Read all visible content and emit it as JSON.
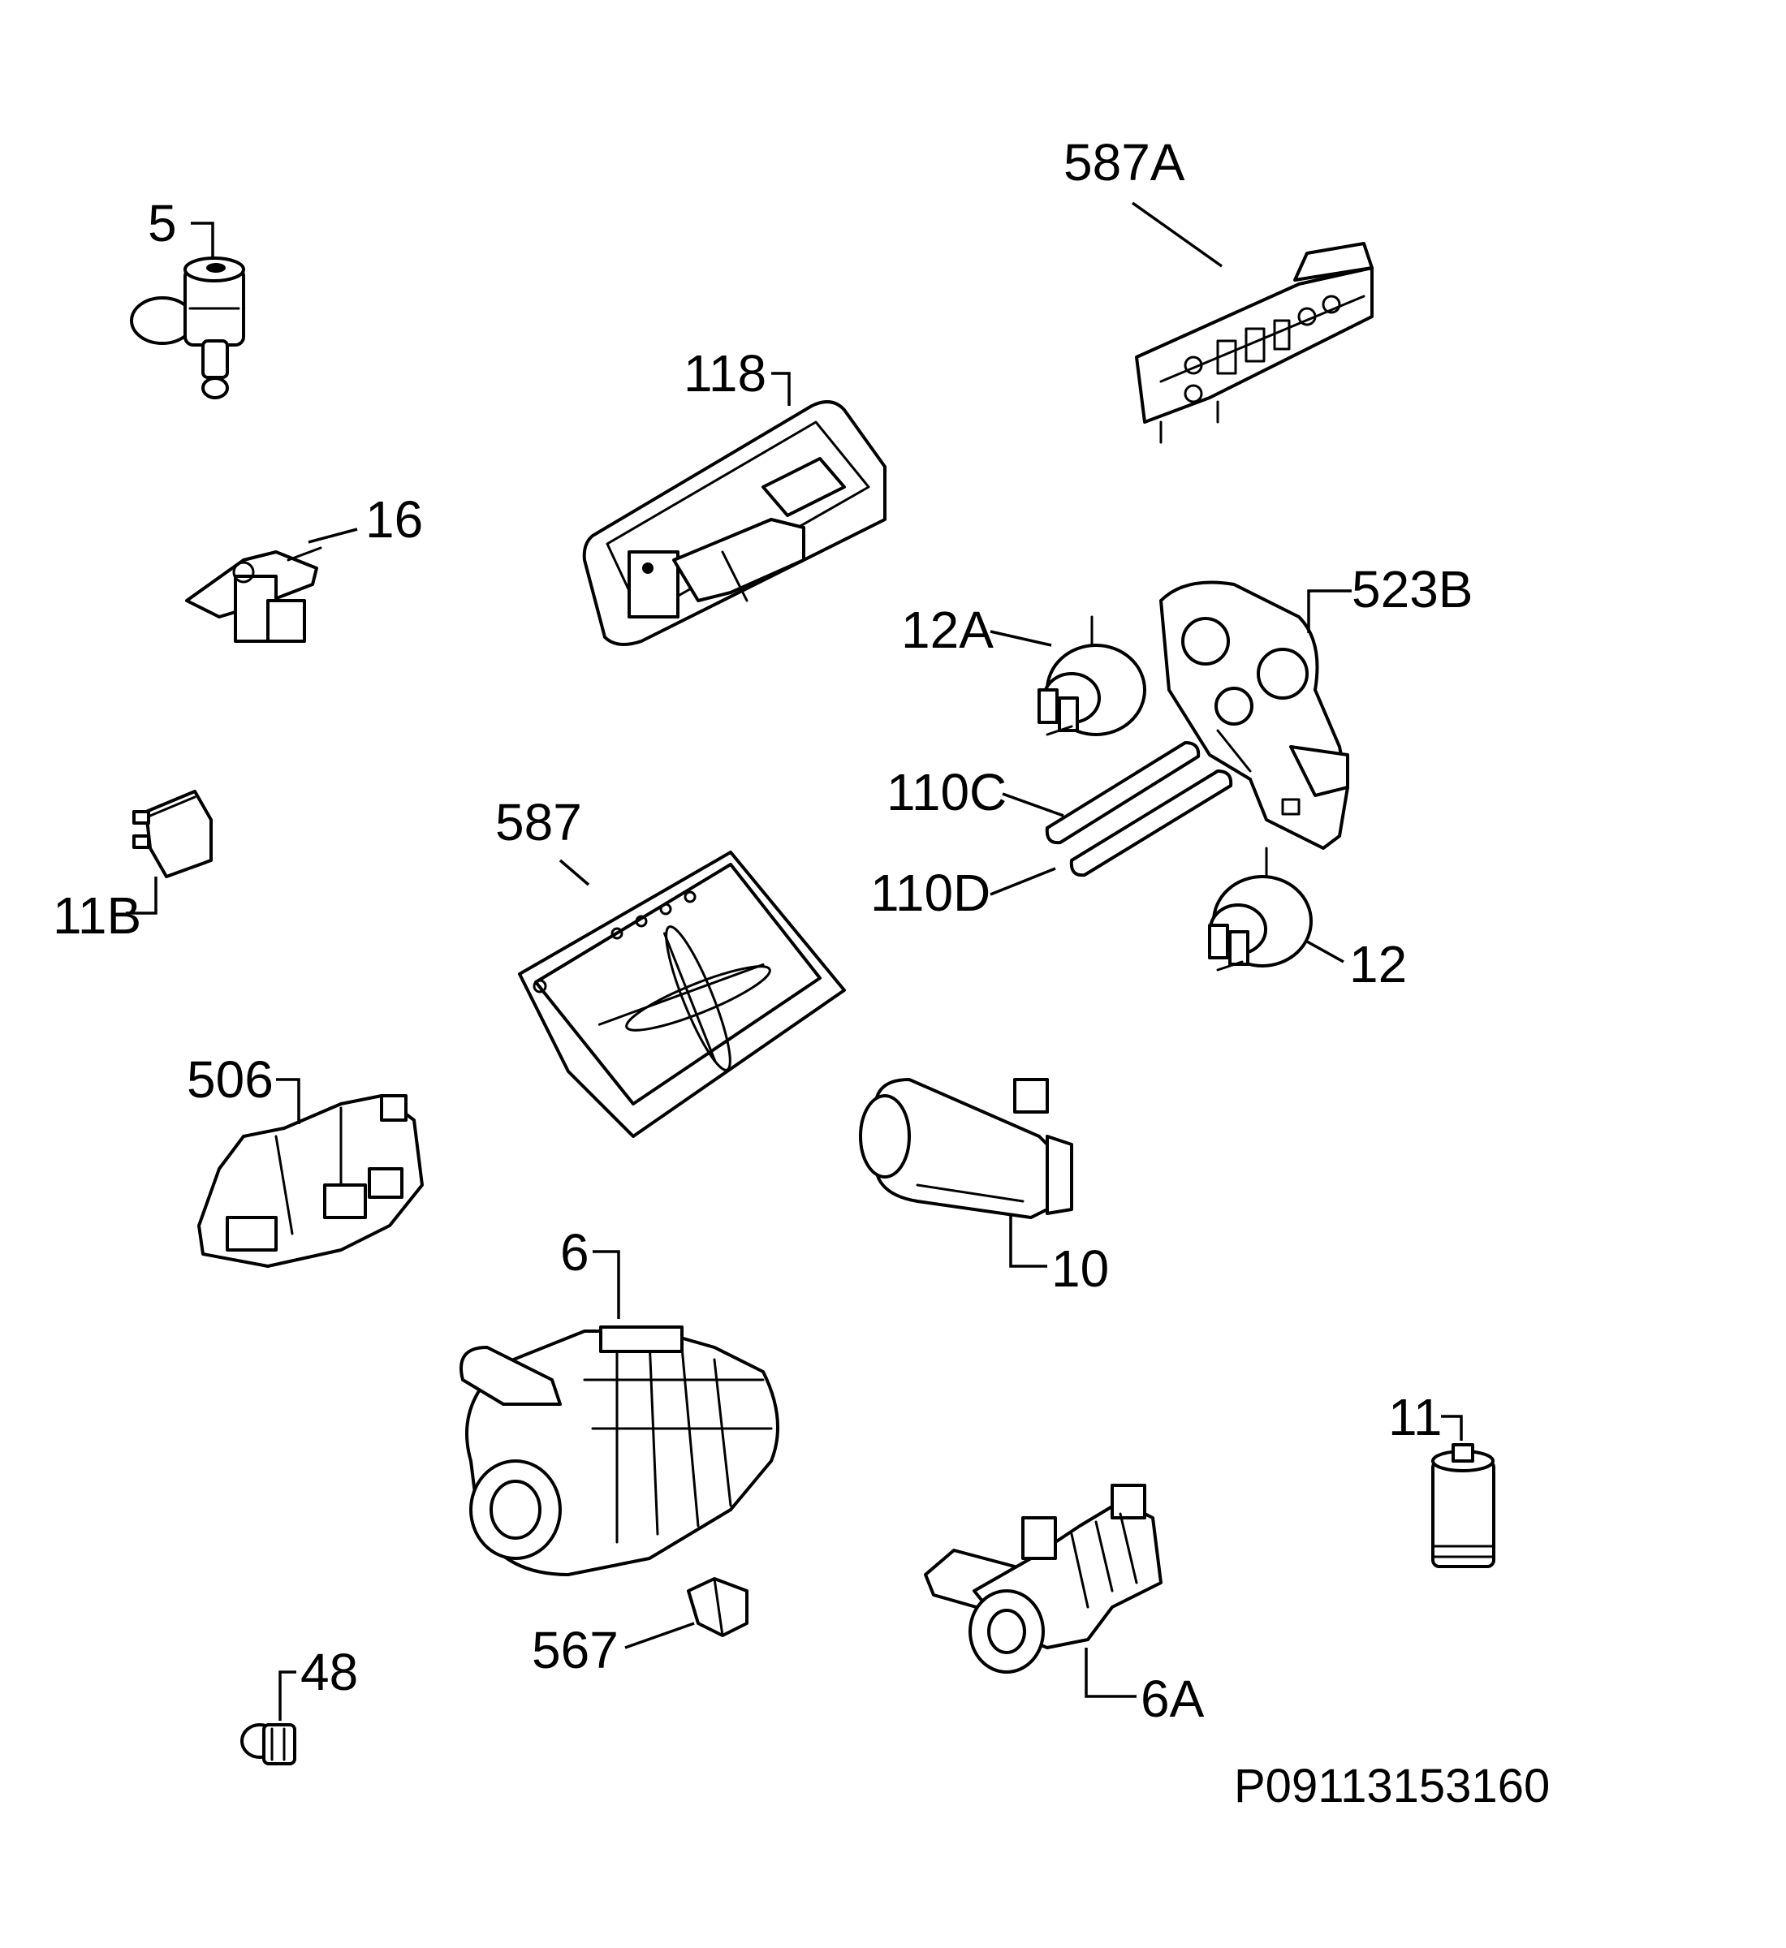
{
  "diagram_code": "P09113153160",
  "callouts": {
    "p5": "5",
    "p587A": "587A",
    "p118": "118",
    "p16": "16",
    "p12A": "12A",
    "p523B": "523B",
    "p110C": "110C",
    "p110D": "110D",
    "p11B": "11B",
    "p587": "587",
    "p12": "12",
    "p506": "506",
    "p10": "10",
    "p6": "6",
    "p11": "11",
    "p567": "567",
    "p48": "48",
    "p6A": "6A"
  }
}
